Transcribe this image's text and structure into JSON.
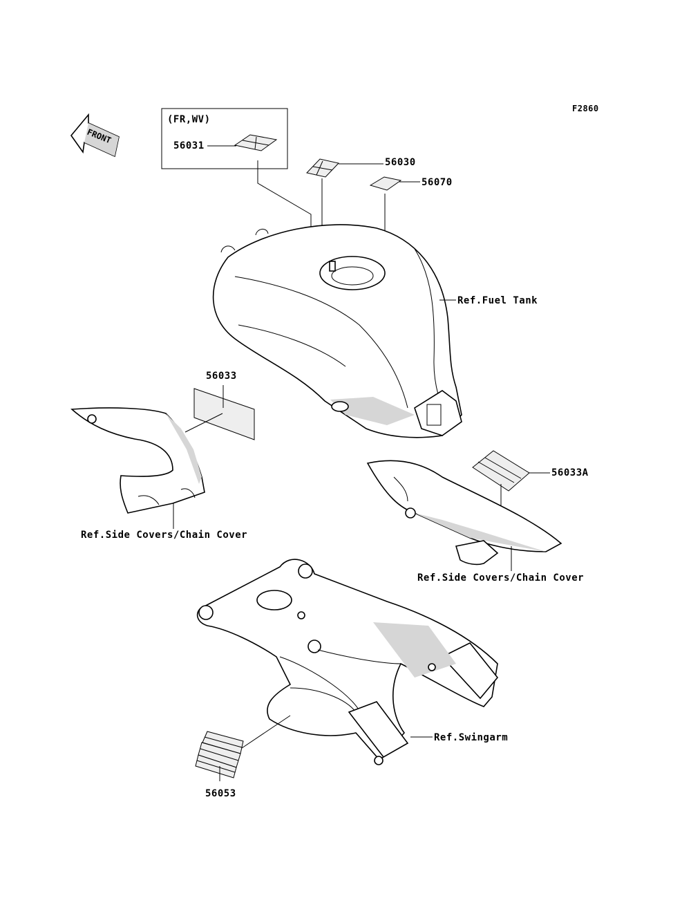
{
  "figure_code": "F2860",
  "front_arrow_text": "FRONT",
  "variant_box_label": "(FR,WV)",
  "labels": {
    "p56031": "56031",
    "p56030": "56030",
    "p56070": "56070",
    "p56033": "56033",
    "p56033a": "56033A",
    "p56053": "56053",
    "ref_fuel_tank": "Ref.Fuel Tank",
    "ref_side_covers_left": "Ref.Side Covers/Chain Cover",
    "ref_side_covers_right": "Ref.Side Covers/Chain Cover",
    "ref_swingarm": "Ref.Swingarm"
  }
}
